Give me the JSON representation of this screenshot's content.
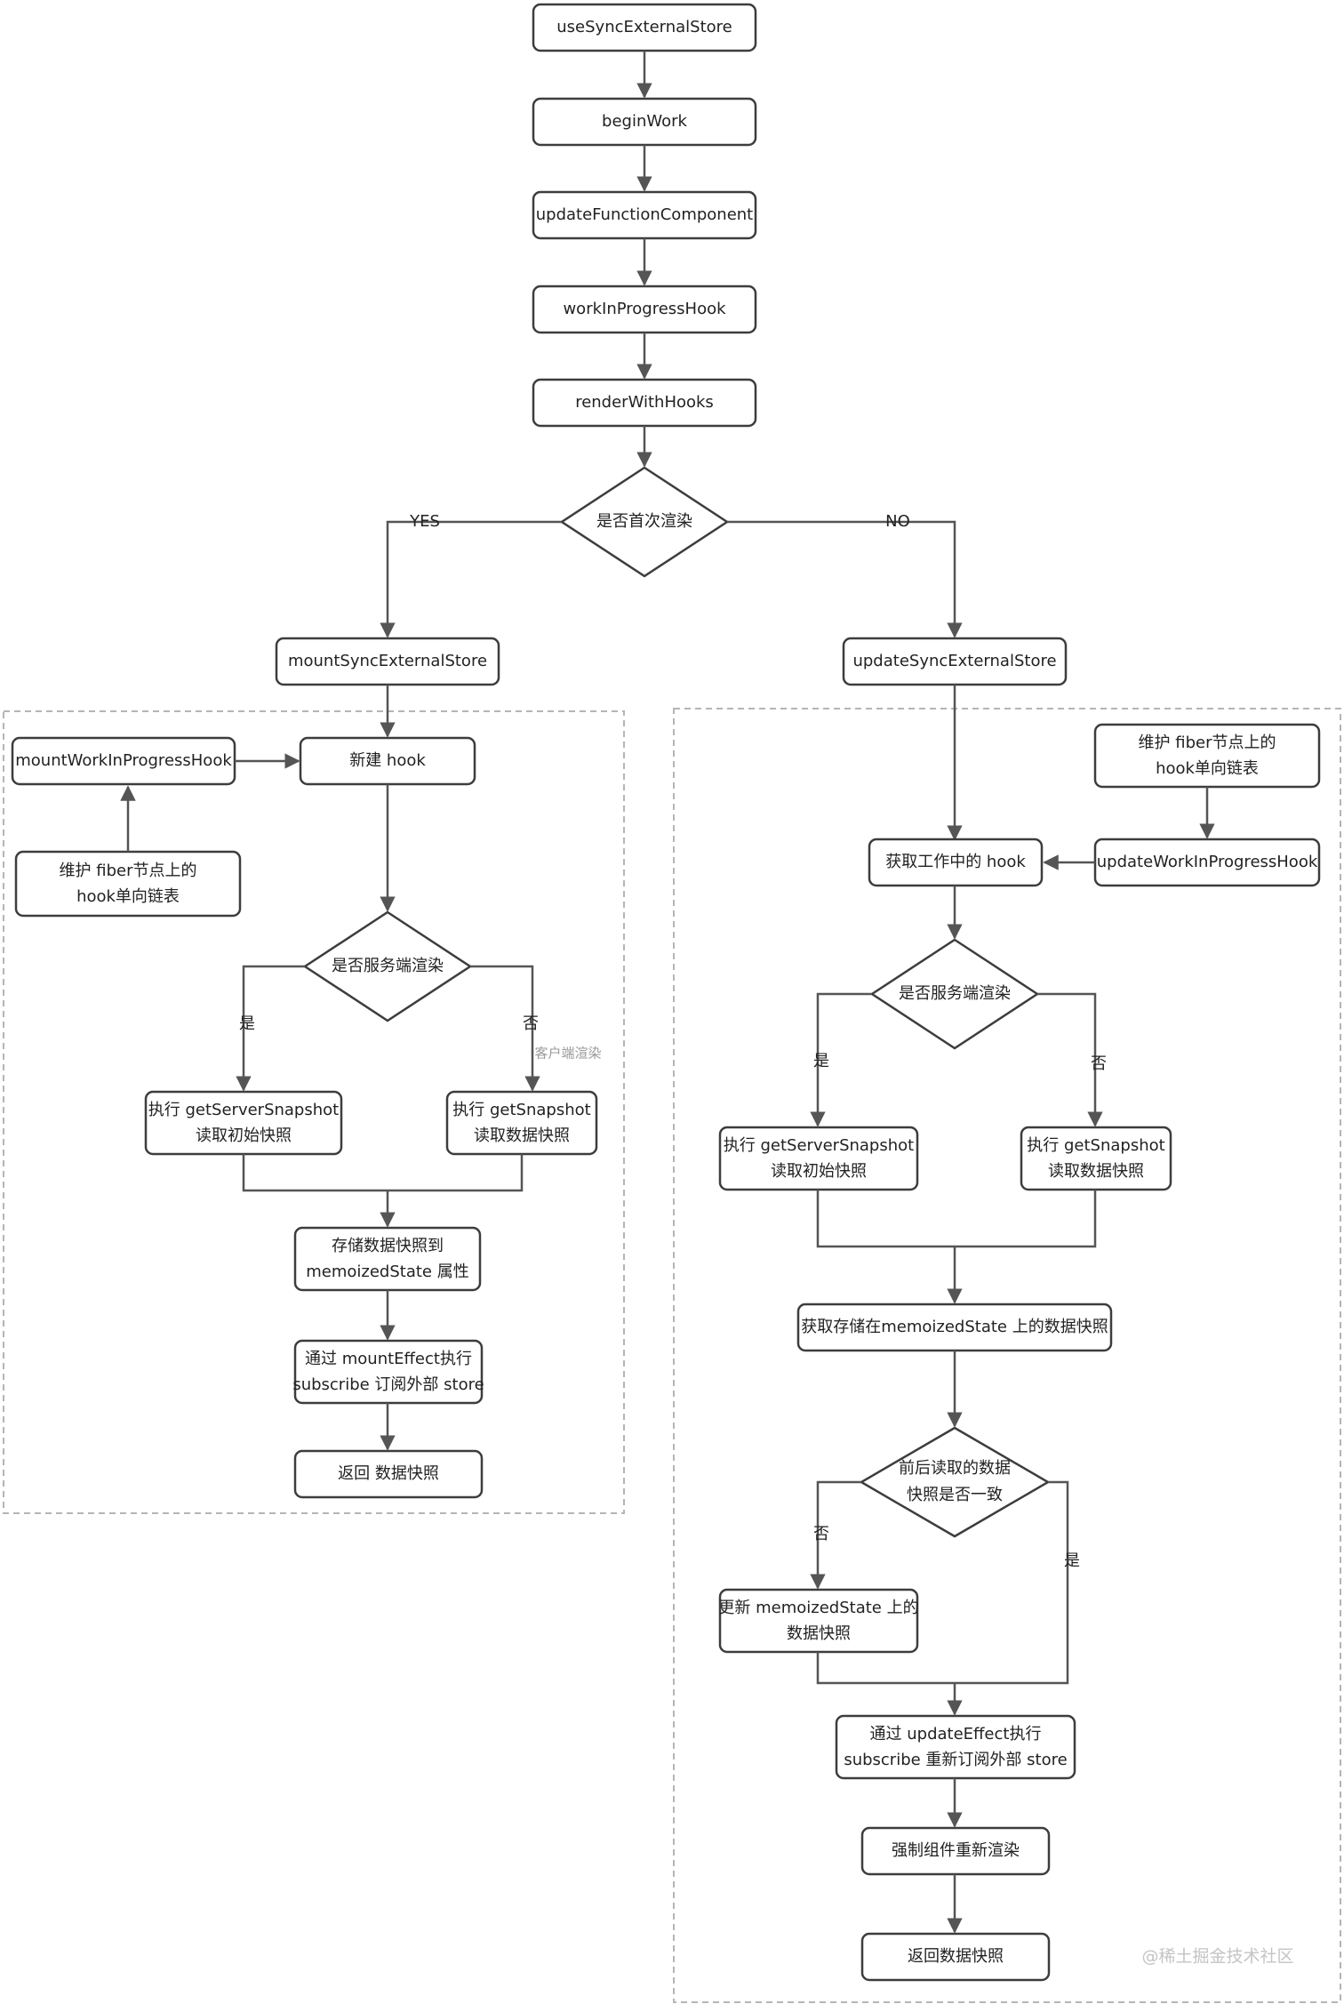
{
  "top": {
    "n1": "useSyncExternalStore",
    "n2": "beginWork",
    "n3": "updateFunctionComponent",
    "n4": "workInProgressHook",
    "n5": "renderWithHooks",
    "decision": "是否首次渲染",
    "yes": "YES",
    "no": "NO"
  },
  "mount": {
    "title": "mountSyncExternalStore",
    "wip_hook": "mountWorkInProgressHook",
    "maintain_line1": "维护 fiber节点上的",
    "maintain_line2": "hook单向链表",
    "new_hook": "新建 hook",
    "ssr_decision": "是否服务端渲染",
    "yes": "是",
    "no": "否",
    "client_note": "客户端渲染",
    "server_line1": "执行 getServerSnapshot",
    "server_line2": "读取初始快照",
    "client_line1": "执行 getSnapshot",
    "client_line2": "读取数据快照",
    "store_line1": "存储数据快照到",
    "store_line2": "memoizedState 属性",
    "effect_line1": "通过 mountEffect执行",
    "effect_line2": "subscribe 订阅外部 store",
    "return": "返回 数据快照"
  },
  "update": {
    "title": "updateSyncExternalStore",
    "maintain_line1": "维护 fiber节点上的",
    "maintain_line2": "hook单向链表",
    "wip_hook": "updateWorkInProgressHook",
    "get_hook": "获取工作中的 hook",
    "ssr_decision": "是否服务端渲染",
    "yes": "是",
    "no": "否",
    "server_line1": "执行 getServerSnapshot",
    "server_line2": "读取初始快照",
    "client_line1": "执行 getSnapshot",
    "client_line2": "读取数据快照",
    "get_stored": "获取存储在memoizedState 上的数据快照",
    "compare_line1": "前后读取的数据",
    "compare_line2": "快照是否一致",
    "yes_same": "是",
    "renew_line1": "更新 memoizedState 上的",
    "renew_line2": "数据快照",
    "effect_line1": "通过 updateEffect执行",
    "effect_line2": "subscribe 重新订阅外部 store",
    "force": "强制组件重新渲染",
    "return": "返回数据快照"
  },
  "watermark": "@稀土掘金技术社区"
}
